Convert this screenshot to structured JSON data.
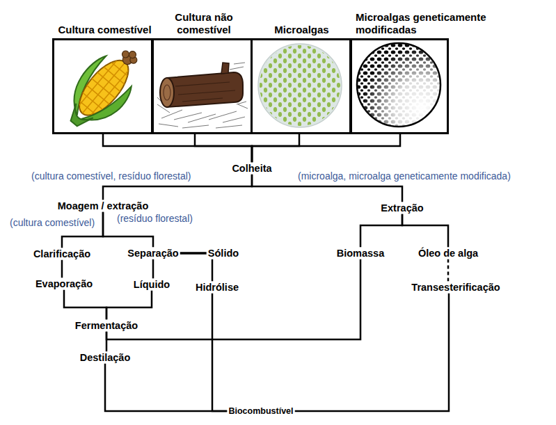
{
  "diagram": {
    "nodes": [
      {
        "text": [
          "Cultura comestível"
        ]
      },
      {
        "text": [
          "Cultura não comestível"
        ]
      },
      {
        "text": [
          "Microalgas"
        ]
      },
      {
        "text": [
          "Microalgas geneticamente modificadas"
        ]
      },
      {
        "text": [
          "Colheita"
        ]
      },
      {
        "text": [
          "Moagem / extração"
        ]
      },
      {
        "text": [
          "Extração"
        ]
      },
      {
        "text": [
          "Clarificação"
        ]
      },
      {
        "text": [
          "Separação"
        ]
      },
      {
        "text": [
          "Sólido"
        ]
      },
      {
        "text": [
          "Biomassa"
        ]
      },
      {
        "text": [
          "Óleo de alga"
        ]
      },
      {
        "text": [
          "Evaporação"
        ]
      },
      {
        "text": [
          "Líquido"
        ]
      },
      {
        "text": [
          "Hidrólise"
        ]
      },
      {
        "text": [
          "Transesterificação"
        ]
      },
      {
        "text": [
          "Fermentação"
        ]
      },
      {
        "text": [
          "Destilação"
        ]
      },
      {
        "text": [
          "Biocombustível"
        ]
      }
    ],
    "edges": [
      {
        "from": 0,
        "to": 4,
        "arrow": "none"
      },
      {
        "from": 1,
        "to": 4,
        "arrow": "none"
      },
      {
        "from": 2,
        "to": 4,
        "arrow": "none"
      },
      {
        "from": 3,
        "to": 4,
        "arrow": "none"
      },
      {
        "from": 4,
        "to": 5,
        "label": "(cultura comestível, resíduo florestal)",
        "arrow": "none"
      },
      {
        "from": 4,
        "to": 6,
        "label": "(microalga, microalga geneticamente modificada)",
        "arrow": "none"
      },
      {
        "from": 5,
        "to": 7,
        "label": "(cultura comestível)",
        "arrow": "none"
      },
      {
        "from": 5,
        "to": 8,
        "label": "(resíduo florestal)",
        "arrow": "none"
      },
      {
        "from": 8,
        "to": 9,
        "arrow": "none"
      },
      {
        "from": 6,
        "to": 10,
        "arrow": "none"
      },
      {
        "from": 6,
        "to": 11,
        "arrow": "none"
      },
      {
        "from": 7,
        "to": 12,
        "arrow": "none"
      },
      {
        "from": 8,
        "to": 13,
        "arrow": "none"
      },
      {
        "from": 9,
        "to": 14,
        "arrow": "none"
      },
      {
        "from": 10,
        "to": 16,
        "arrow": "none"
      },
      {
        "from": 12,
        "to": 16,
        "arrow": "none"
      },
      {
        "from": 13,
        "to": 16,
        "arrow": "none"
      },
      {
        "from": 16,
        "to": 17,
        "arrow": "none"
      },
      {
        "from": 17,
        "to": 18,
        "arrow": "none"
      },
      {
        "from": 14,
        "to": 18,
        "arrow": "none"
      },
      {
        "from": 15,
        "to": 18,
        "arrow": "none"
      },
      {
        "from": 11,
        "to": 15,
        "arrow": "none"
      }
    ]
  }
}
